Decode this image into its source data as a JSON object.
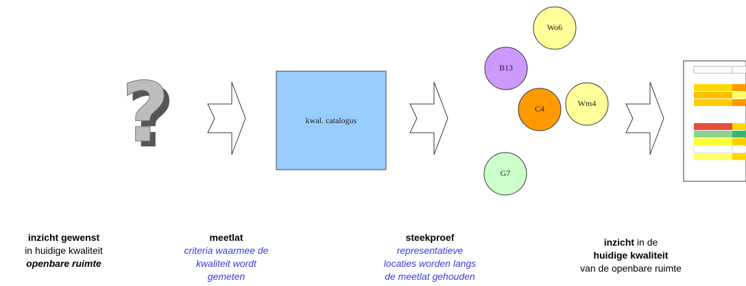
{
  "catalog": {
    "label": "kwal. catalogus"
  },
  "circles": [
    {
      "label": "Wo6",
      "color": "#ffff99"
    },
    {
      "label": "B13",
      "color": "#cc99ff"
    },
    {
      "label": "C4",
      "color": "#ff9900"
    },
    {
      "label": "Wm4",
      "color": "#ffff99"
    },
    {
      "label": "G7",
      "color": "#ccffcc"
    }
  ],
  "captions": {
    "step1": {
      "line1": "inzicht gewenst",
      "line2": "in huidige kwaliteit",
      "line3": "openbare ruimte"
    },
    "step2": {
      "title": "meetlat",
      "desc1": "criteria waarmee de",
      "desc2": "kwaliteit wordt",
      "desc3": "gemeten"
    },
    "step3": {
      "title": "steekproef",
      "desc1": "representatieve",
      "desc2": "locaties worden langs",
      "desc3": "de meetlat gehouden"
    },
    "step4": {
      "bold1": "inzicht",
      "plain1": " in de",
      "bold2": "huidige kwaliteit",
      "plain2": "van de openbare ruimte"
    }
  }
}
